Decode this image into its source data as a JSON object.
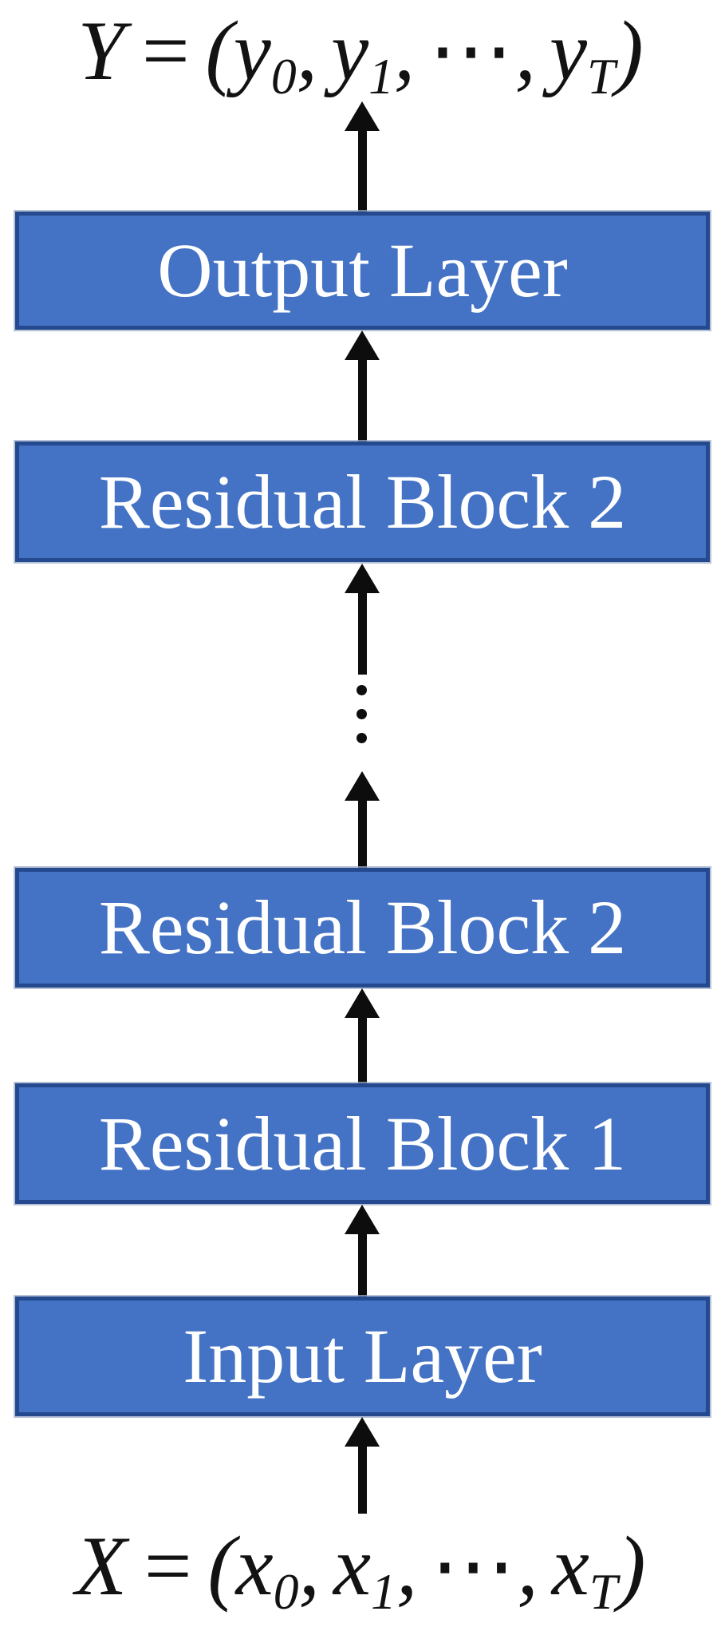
{
  "figure": {
    "background": "#ffffff",
    "accent_fill": "#4472C4",
    "accent_border": "#24498E",
    "label_color": "#ffffff",
    "arrow_color": "#0d0d0d",
    "formula_color": "#121212"
  },
  "formula_top": {
    "lhs": "Y",
    "eq": "=",
    "open": "(",
    "t0_base": "y",
    "t0_sub": "0",
    "c0": ",",
    "t1_base": "y",
    "t1_sub": "1",
    "c1": ",",
    "dots": "⋯",
    "c2": ",",
    "tT_base": "y",
    "tT_sub": "T",
    "close": ")"
  },
  "formula_bottom": {
    "lhs": "X",
    "eq": "=",
    "open": "(",
    "t0_base": "x",
    "t0_sub": "0",
    "c0": ",",
    "t1_base": "x",
    "t1_sub": "1",
    "c1": ",",
    "dots": "⋯",
    "c2": ",",
    "tT_base": "x",
    "tT_sub": "T",
    "close": ")"
  },
  "blocks": [
    {
      "label": "Output Layer"
    },
    {
      "label": "Residual Block 2"
    },
    {
      "label": "Residual Block 2"
    },
    {
      "label": "Residual Block 1"
    },
    {
      "label": "Input Layer"
    }
  ],
  "ellipsis": "⋮"
}
